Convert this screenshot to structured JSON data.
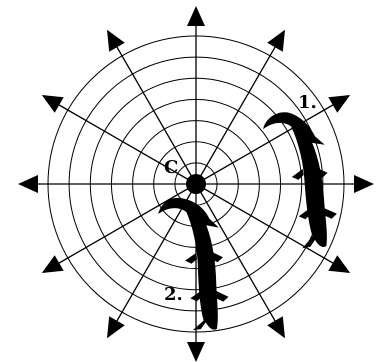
{
  "diagram": {
    "center_label": "C",
    "rings": 7,
    "directions": 12,
    "creatures": [
      {
        "label": "1.",
        "icon": "crocodile-icon"
      },
      {
        "label": "2.",
        "icon": "crocodile-icon"
      }
    ],
    "colors": {
      "ink": "#000000",
      "background": "#ffffff"
    }
  }
}
